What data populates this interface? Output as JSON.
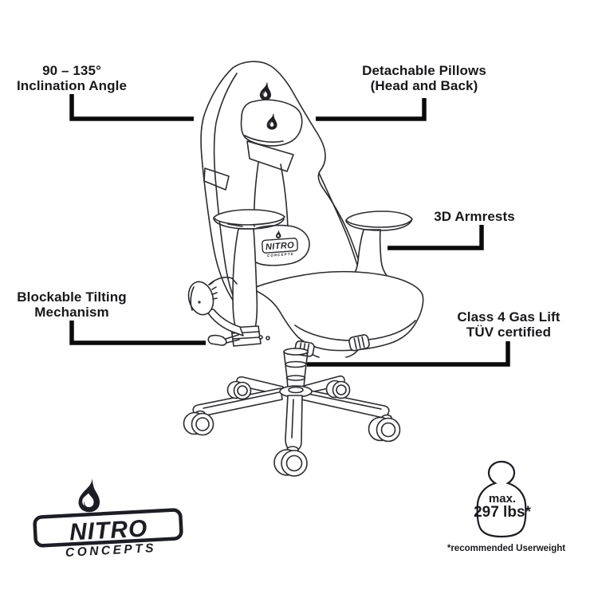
{
  "page": {
    "background": "#ffffff",
    "ink": "#18181b",
    "line_art_color": "#2b2b30",
    "bracket_color": "#0b0b0b",
    "brand_color": "#1d1d26"
  },
  "callouts": {
    "inclination_angle": {
      "line1": "90 – 135°",
      "line2": "Inclination Angle"
    },
    "detachable_pillows": {
      "line1": "Detachable Pillows",
      "line2": "(Head and Back)"
    },
    "armrests": {
      "line1": "3D Armrests"
    },
    "tilting_mechanism": {
      "line1": "Blockable Tilting",
      "line2": "Mechanism"
    },
    "gas_lift": {
      "line1": "Class 4 Gas Lift",
      "line2": "TÜV certified"
    }
  },
  "weight_limit": {
    "prefix": "max.",
    "value": "297 lbs*",
    "footnote": "*recommended Userweight"
  },
  "brand_logo": {
    "name": "NITRO",
    "subtitle": "CONCEPTS"
  },
  "chair_back_logo": {
    "name": "NITRO",
    "subtitle": "CONCEPTS"
  },
  "icons": {
    "flame": "flame-icon",
    "weight": "weight-icon"
  }
}
